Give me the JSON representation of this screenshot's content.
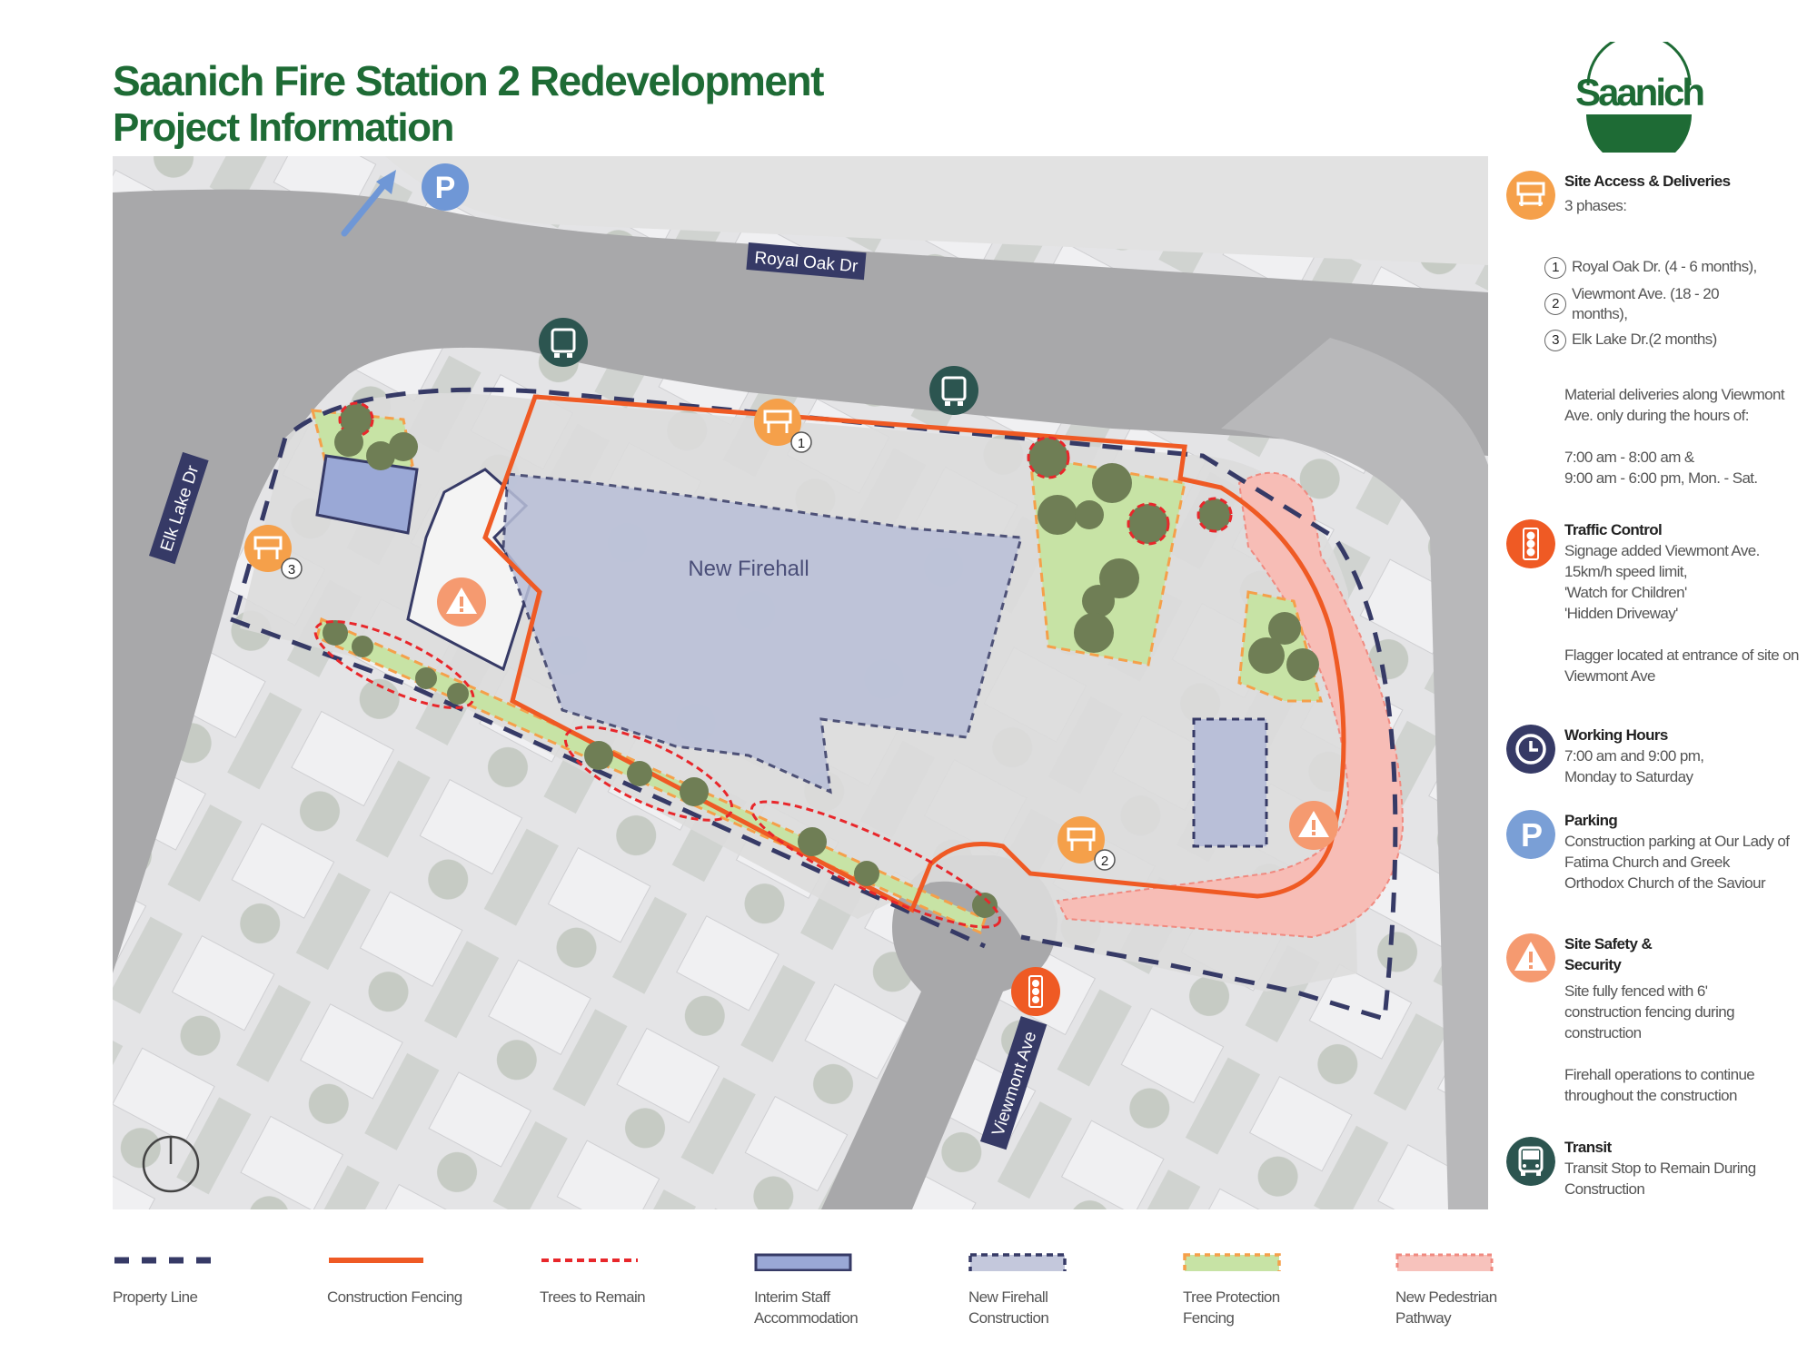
{
  "header": {
    "title": "Saanich Fire Station 2 Redevelopment",
    "subtitle": "Project Information",
    "logo_text": "Saanich",
    "brand_color": "#1e6b35"
  },
  "map": {
    "street_labels": {
      "royal_oak": "Royal Oak Dr",
      "elk_lake": "Elk Lake Dr",
      "viewmont": "Viewmont Ave"
    },
    "building_label": "New Firehall",
    "markers": {
      "access_1": "1",
      "access_2": "2",
      "access_3": "3",
      "parking": "P"
    }
  },
  "sidebar": {
    "site_access": {
      "icon": "barricade-icon",
      "color": "#f5a04a",
      "title": "Site Access & Deliveries",
      "intro": "3 phases:",
      "phases": [
        {
          "num": "1",
          "text": "Royal Oak Dr. (4 - 6 months),"
        },
        {
          "num": "2",
          "text": "Viewmont Ave. (18 - 20 months),"
        },
        {
          "num": "3",
          "text": "Elk Lake Dr.(2 months)"
        }
      ],
      "deliveries": "Material deliveries along Viewmont Ave. only during the hours of:",
      "hours_1": "7:00 am - 8:00 am &",
      "hours_2": "9:00 am - 6:00 pm, Mon. - Sat."
    },
    "traffic_control": {
      "icon": "traffic-light-icon",
      "color": "#ef5a24",
      "title": "Traffic Control",
      "line_1": "Signage added Viewmont Ave.",
      "line_2": "15km/h speed limit,",
      "line_3": "'Watch for Children'",
      "line_4": "'Hidden Driveway'",
      "flagger": "Flagger located at entrance of site on Viewmont Ave"
    },
    "working_hours": {
      "icon": "clock-icon",
      "color": "#363a66",
      "title": "Working Hours",
      "line_1": "7:00 am and 9:00 pm,",
      "line_2": "Monday to Saturday"
    },
    "parking": {
      "icon": "parking-icon",
      "color": "#7a9fd6",
      "title": "Parking",
      "text": "Construction parking at Our Lady of Fatima Church and Greek Orthodox Church of the Saviour"
    },
    "site_safety": {
      "icon": "warning-icon",
      "color": "#f59a70",
      "title": "Site Safety & Security",
      "text": "Site fully fenced  with 6' construction fencing during construction",
      "operations": "Firehall operations to continue throughout the construction"
    },
    "transit": {
      "icon": "bus-icon",
      "color": "#2c5550",
      "title": "Transit",
      "text": "Transit Stop to Remain During Construction"
    }
  },
  "legend": [
    {
      "key": "property_line",
      "label": "Property Line",
      "color": "#363a66"
    },
    {
      "key": "construction_fencing",
      "label": "Construction Fencing",
      "color": "#ef5a24"
    },
    {
      "key": "trees_to_remain",
      "label": "Trees to Remain",
      "color": "#e8272b"
    },
    {
      "key": "interim_staff",
      "label": "Interim Staff Accommodation",
      "color": "#9aa8d6"
    },
    {
      "key": "new_firehall",
      "label": "New Firehall Construction",
      "color": "#c4c8dc"
    },
    {
      "key": "tree_protection",
      "label": "Tree Protection Fencing",
      "color": "#c7e3a5"
    },
    {
      "key": "pedestrian_pathway",
      "label": "New Pedestrian Pathway",
      "color": "#f7c2bc"
    }
  ]
}
